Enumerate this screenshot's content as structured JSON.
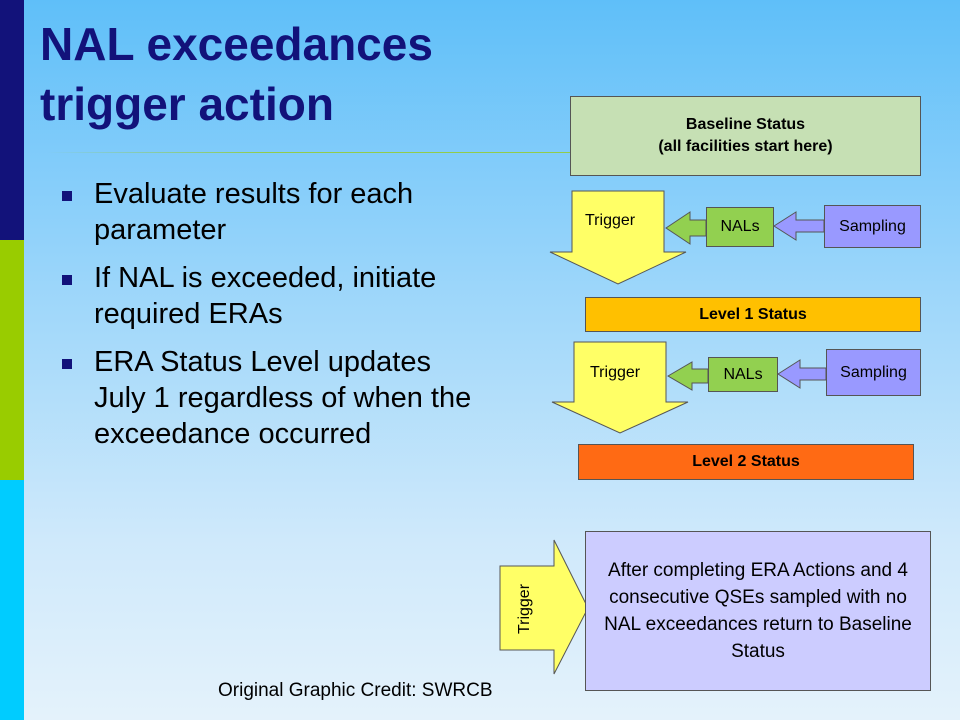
{
  "slide": {
    "title_line1": "NAL exceedances",
    "title_line2": "trigger action",
    "bullets": [
      "Evaluate results for each parameter",
      "If NAL is exceeded, initiate required ERAs",
      "ERA Status Level updates July 1 regardless of when the exceedance occurred"
    ],
    "credit": "Original Graphic Credit: SWRCB"
  },
  "diagram": {
    "baseline_line1": "Baseline Status",
    "baseline_line2": "(all facilities start here)",
    "trigger": "Trigger",
    "nals": "NALs",
    "sampling": "Sampling",
    "level1": "Level 1 Status",
    "level2": "Level 2 Status",
    "after": "After completing ERA Actions and 4 consecutive QSEs sampled with no NAL exceedances return to Baseline Status"
  },
  "colors": {
    "title": "#12127a",
    "baseline": "#c6e0b4",
    "level1": "#ffc000",
    "level2": "#ff6a14",
    "nals": "#92d050",
    "sampling": "#9999ff",
    "trigger": "#ffff66",
    "after": "#ccccff"
  }
}
